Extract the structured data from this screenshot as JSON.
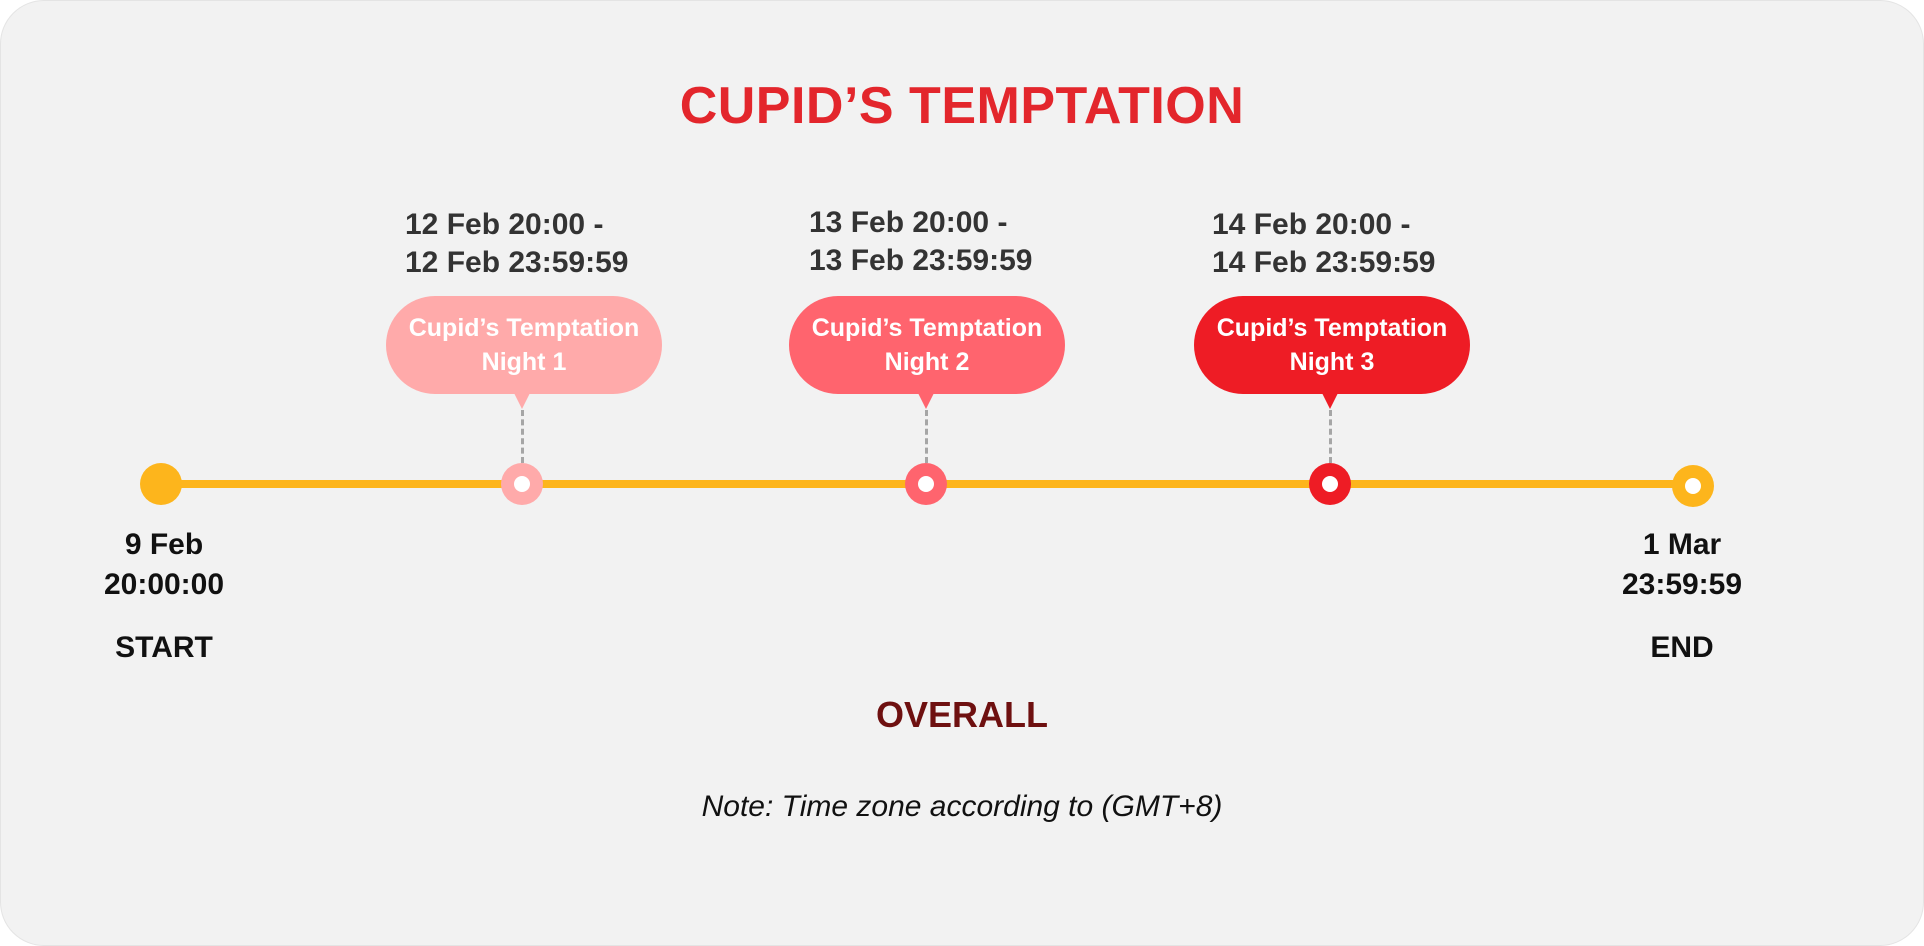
{
  "title": "CUPID’S TEMPTATION",
  "colors": {
    "line": "#fdb51c",
    "title": "#e3262c",
    "overall": "#6e1010",
    "night1": "#ffaaaa",
    "night2": "#ff646e",
    "night3": "#ee1c25"
  },
  "start": {
    "date": "9 Feb",
    "time": "20:00:00",
    "label": "START"
  },
  "end": {
    "date": "1 Mar",
    "time": "23:59:59",
    "label": "END"
  },
  "events": [
    {
      "range_start": "12 Feb 20:00 -",
      "range_end": "12 Feb 23:59:59",
      "name": "Cupid’s Temptation",
      "night": "Night 1"
    },
    {
      "range_start": "13 Feb 20:00 -",
      "range_end": "13 Feb 23:59:59",
      "name": "Cupid’s Temptation",
      "night": "Night 2"
    },
    {
      "range_start": "14 Feb 20:00 -",
      "range_end": "14 Feb 23:59:59",
      "name": "Cupid’s Temptation",
      "night": "Night 3"
    }
  ],
  "overall": "OVERALL",
  "note": "Note: Time zone according to (GMT+8)"
}
